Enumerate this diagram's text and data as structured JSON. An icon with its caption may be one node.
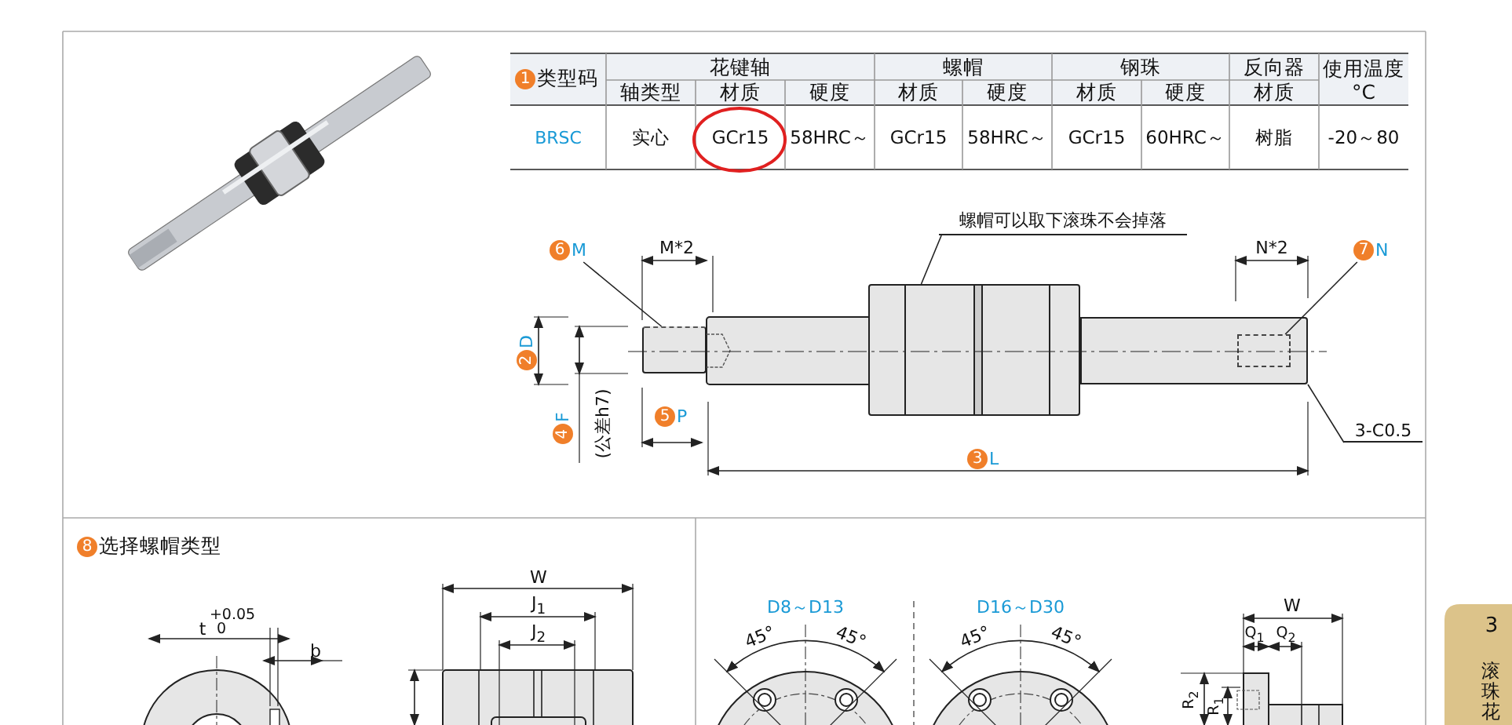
{
  "diagram": {
    "nodes": [
      {
        "text": [
          "1",
          "类型码"
        ]
      },
      {
        "text": [
          "螺帽可以取下滚珠不会掉落"
        ]
      },
      {
        "text": [],
        "shape": "bar"
      },
      {
        "text": [],
        "shape": "box"
      },
      {
        "text": [
          "6",
          "M"
        ]
      },
      {
        "text": [],
        "shape": "box"
      },
      {
        "text": [
          "7",
          "N"
        ]
      },
      {
        "text": [],
        "shape": "box",
        "in": 2
      },
      {
        "text": [
          "2",
          "D"
        ]
      },
      {
        "text": [
          "4",
          "F"
        ]
      },
      {
        "text": [
          "5",
          "P"
        ]
      },
      {
        "text": [
          "3",
          "L"
        ]
      },
      {
        "text": [
          "3-C0.5"
        ]
      },
      {
        "text": [
          "8",
          "选择螺帽类型"
        ]
      }
    ],
    "edges": [
      {
        "from": 1,
        "to": 3,
        "arrow": "none"
      },
      {
        "from": 4,
        "to": 5,
        "arrow": "none"
      },
      {
        "from": 6,
        "to": 7,
        "arrow": "none"
      },
      {
        "from": 12,
        "to": 2,
        "arrow": "none"
      }
    ],
    "labels": [
      "花键轴",
      "螺帽",
      "钢珠",
      "反向器",
      "使用温度",
      "轴类型",
      "材质",
      "硬度",
      "材质",
      "硬度",
      "材质",
      "硬度",
      "材质",
      "°C",
      "BRSC",
      "实心",
      "GCr15",
      "58HRC～",
      "GCr15",
      "58HRC～",
      "GCr15",
      "60HRC～",
      "树脂",
      "-20～80",
      "M*2",
      "N*2",
      "(公差h7)",
      "W",
      "J$_{1}$",
      "+0.05",
      "t",
      "0",
      "J$_{2}$",
      "b",
      "D8～D13",
      "45°",
      "45°",
      "D16～D30",
      "45°",
      "45°",
      "W",
      "Q$_{1}$",
      "Q$_{2}$",
      "R$_{2}$",
      "R$_{1}$",
      "3",
      "滚珠花"
    ]
  }
}
